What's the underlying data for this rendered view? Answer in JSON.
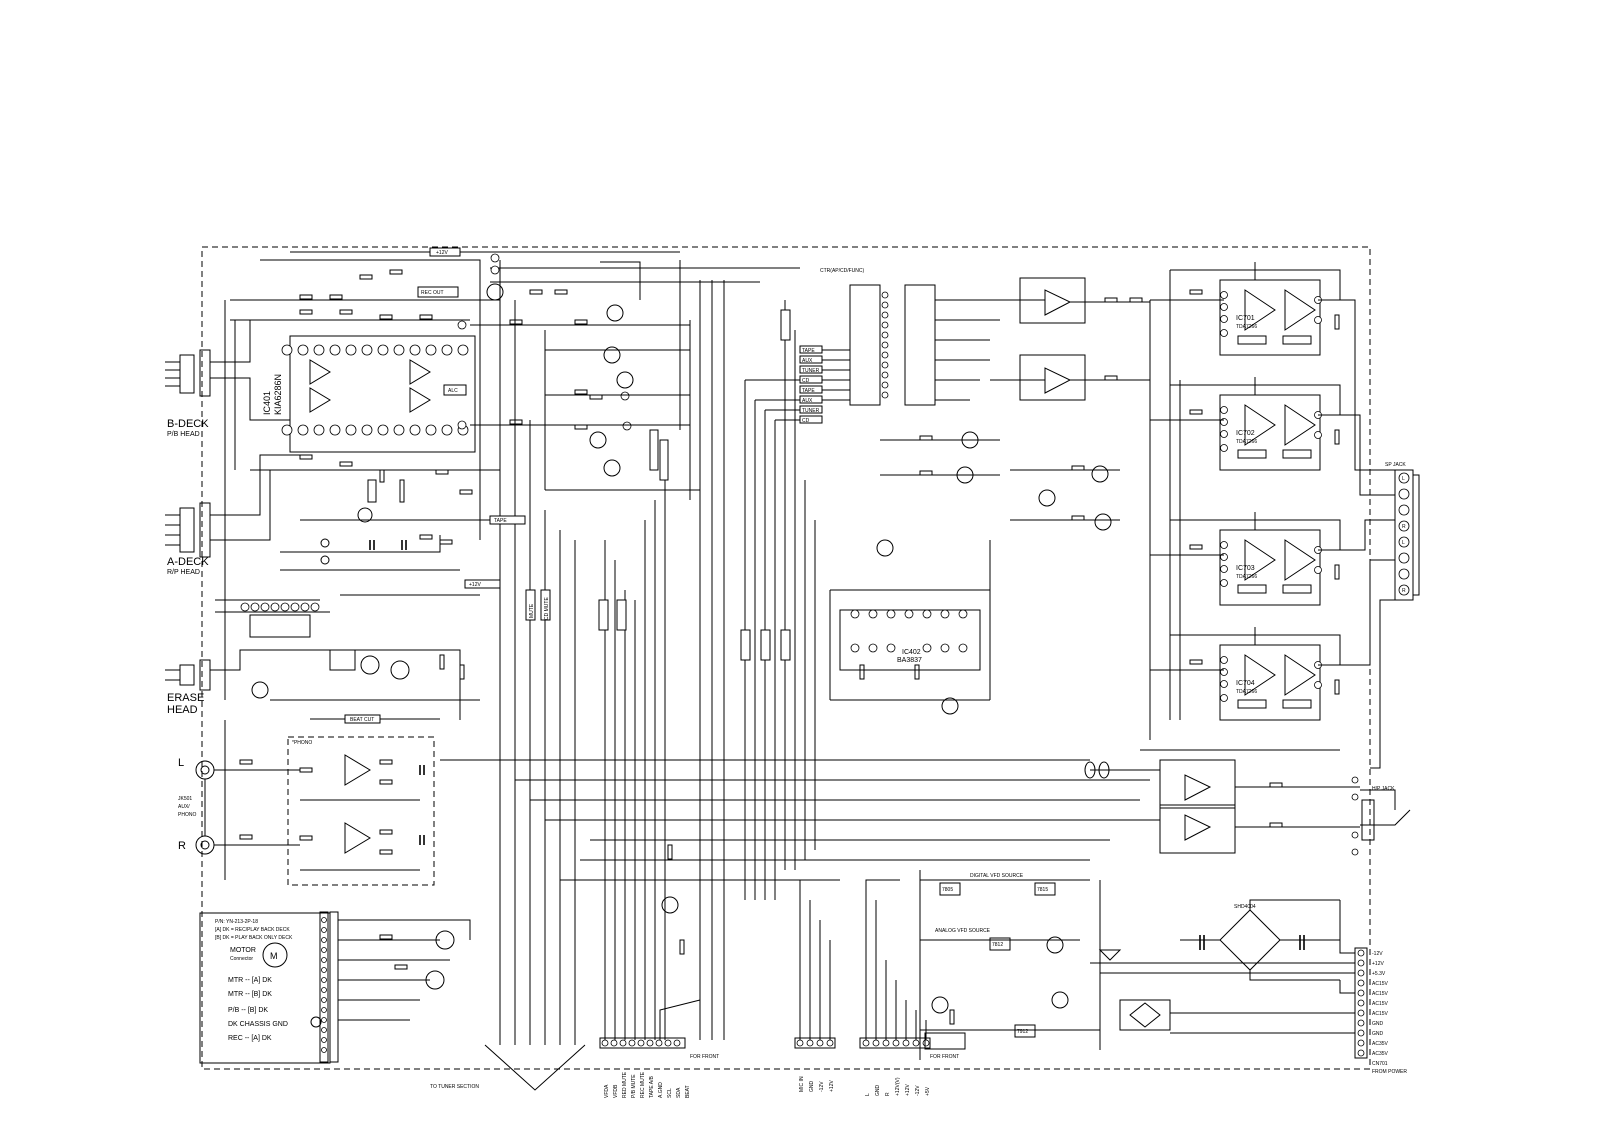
{
  "labels": {
    "ic401_name": "IC401",
    "ic401_part": "KIA6286N",
    "b_deck": "B-DECK",
    "b_deck_head": "P/B HEAD",
    "a_deck": "A-DECK",
    "a_deck_head": "R/P HEAD",
    "erase": "ERASE",
    "erase_head": "HEAD",
    "aux_phono": [
      "JK501",
      "AUX/",
      "PHONO"
    ],
    "in_l": "L",
    "in_r": "R",
    "phono_box": "*PHONO",
    "ic402": "IC402",
    "ic402_part": "BA3837",
    "ic701": "IC701",
    "ic702": "IC702",
    "ic703": "IC703",
    "ic704": "IC704",
    "amp_part": "TDA7266",
    "plus12v": "+12V",
    "minus12v": "-12V",
    "rec_out": "REC OUT",
    "alc": "ALC",
    "tape": "TAPE",
    "ctr": "CTR(AP/CD/FUNC)",
    "beat_cut": "BEAT CUT",
    "sp_jack": "SP JACK",
    "hp_jack": "H/P JACK",
    "digital_vfd": "DIGITAL VFD SOURCE",
    "analog_vfd": "ANALOG VFD SOURCE",
    "to_tuner": "TO TUNER SECTION",
    "mute": "MUTE",
    "cd_mute": "CD MUTE",
    "motor": "MOTOR",
    "motor_sub": "Connector",
    "notes": [
      "P/N: YN-213-2P-18",
      "[A] DK = REC/PLAY BACK DECK",
      "[B] DK = PLAY BACK ONLY DECK"
    ],
    "conn_labels": [
      "MTR -- [A] DK",
      "MTR -- [B] DK",
      "P/B -- [B] DK",
      "DK CHASSIS GND",
      "REC -- [A] DK"
    ],
    "power_conn": "CN701",
    "power_from": "FROM POWER",
    "from_front": "FOR FRONT",
    "bottom_pins": [
      "VFDA",
      "VFDB",
      "RED MUTE",
      "P/B MUTE",
      "REC MUTE",
      "TAPE A/B",
      "A.GND",
      "SCL",
      "SDA",
      "BEAT"
    ],
    "mic_pins": [
      "MIC IN",
      "GND",
      "-12V",
      "+12V"
    ],
    "front_pins": [
      "L",
      "GND",
      "R",
      "+12V(V)",
      "+12V",
      "-12V",
      "+5V"
    ],
    "power_pins": [
      "-12V",
      "+12V",
      "+5.3V",
      "AC15V",
      "AC15V",
      "AC15V",
      "AC15V",
      "GND",
      "GND",
      "AC35V",
      "AC35V"
    ],
    "bridge": "SHD4004",
    "reg1": "7805",
    "reg2": "7812",
    "reg3": "7912",
    "reg4": "7815",
    "input_sel": [
      "TAPE",
      "AUX",
      "TUNER",
      "CD",
      "TAPE",
      "AUX",
      "TUNER",
      "CD"
    ]
  },
  "colors": {
    "line": "#000000",
    "background": "#ffffff"
  }
}
